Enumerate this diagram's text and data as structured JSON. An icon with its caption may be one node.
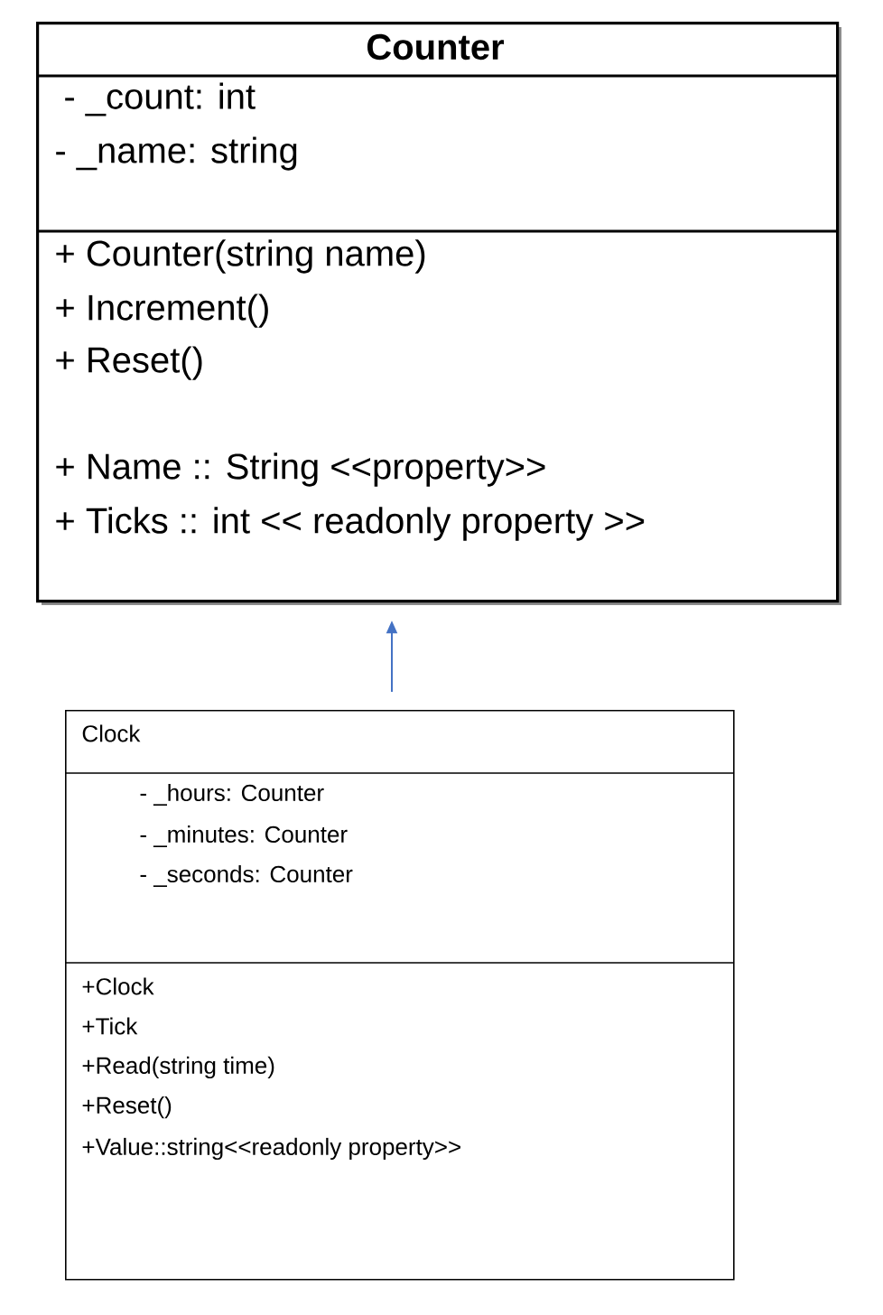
{
  "diagram": {
    "nodes": [
      {
        "text": [
          "Counter",
          "- _count: int",
          "- _name: string",
          "+ Counter(string name)",
          "+ Increment()",
          "+ Reset()",
          "+ Name :: String <<property>>",
          "+ Ticks :: int << readonly property >>"
        ]
      },
      {
        "text": [
          "Clock",
          "- _hours: Counter",
          "- _minutes: Counter",
          "- _seconds: Counter",
          "+Clock",
          "+Tick",
          "+Read(string time)",
          "+Reset()",
          "+Value::string<<readonly property>>"
        ]
      }
    ],
    "edges": [
      {
        "from": 1,
        "to": 0,
        "arrow": "to",
        "color": "#4472c4"
      }
    ]
  }
}
